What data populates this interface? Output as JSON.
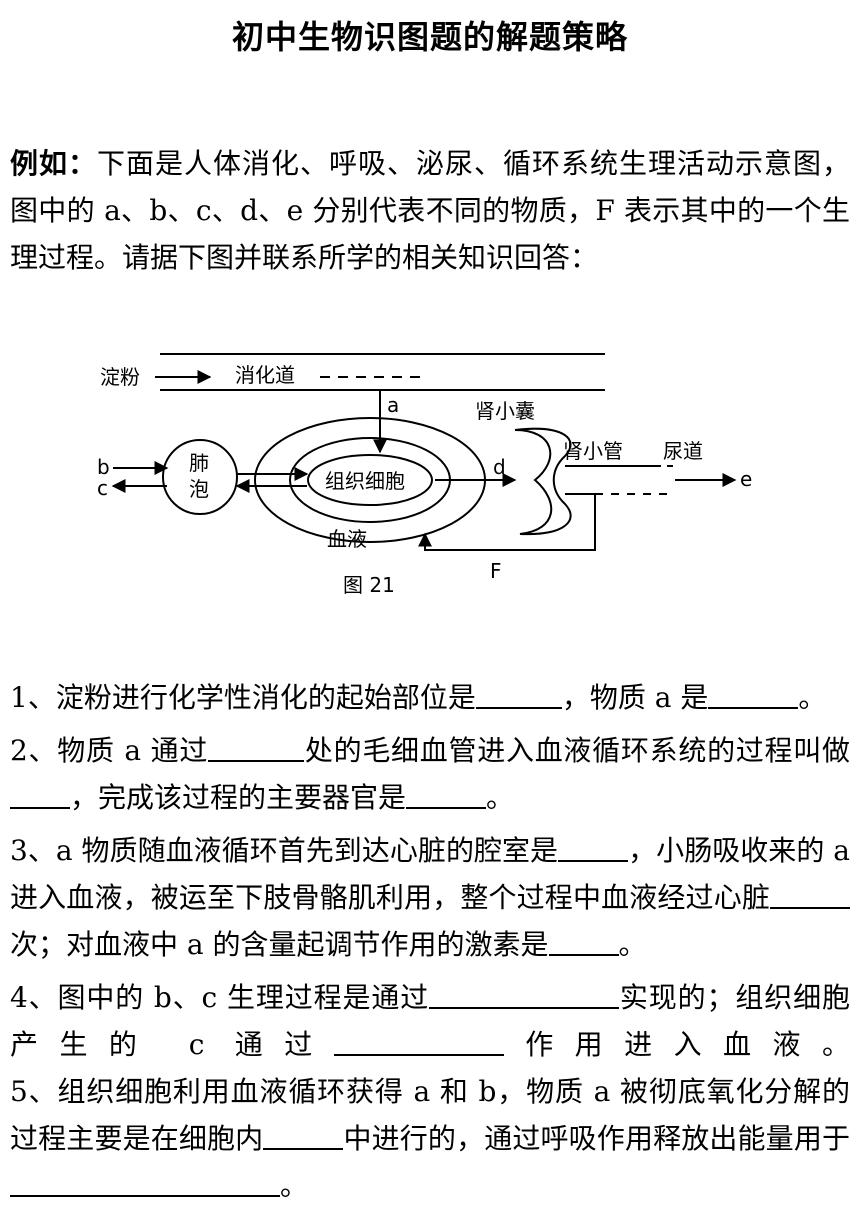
{
  "title": "初中生物识图题的解题策略",
  "intro": {
    "lead": "例如：",
    "text": "下面是人体消化、呼吸、泌尿、循环系统生理活动示意图，图中的 a、b、c、d、e 分别代表不同的物质，F 表示其中的一个生理过程。请据下图并联系所学的相关知识回答："
  },
  "figure": {
    "starch": "淀粉",
    "digestive_tract": "消化道",
    "a": "a",
    "bowman": "肾小囊",
    "tubule": "肾小管",
    "urethra": "尿道",
    "b": "b",
    "c": "c",
    "alveolus_1": "肺",
    "alveolus_2": "泡",
    "tissue_cell": "组织细胞",
    "d": "d",
    "e": "e",
    "blood": "血液",
    "F": "F",
    "caption": "图 21"
  },
  "questions": {
    "q1": {
      "p1": "1、淀粉进行化学性消化的起始部位是",
      "p2": "，物质 a 是",
      "p3": "。"
    },
    "q2": {
      "p1": "2、物质 a 通过",
      "p2": "处的毛细血管进入血液循环系统的过程叫做",
      "p3": "，完成该过程的主要器官是",
      "p4": "。"
    },
    "q3": {
      "p1": "3、a 物质随血液循环首先到达心脏的腔室是",
      "p2": "，小肠吸收来的 a 进入血液，被运至下肢骨骼肌利用，整个过程中血液经过心脏",
      "p3": "次；对血液中 a 的含量起调节作用的激素是",
      "p4": "。"
    },
    "q4": {
      "p1": "4、图中的 b、c 生理过程是通过",
      "p2": "实现的；组织细胞产生的 c 通过",
      "p3": "作用进入血液。"
    },
    "q5": {
      "p1": "5、组织细胞利用血液循环获得 a 和 b，物质 a 被彻底氧化分解的过程主要是在细胞内",
      "p2": "中进行的，通过呼吸作用释放出能量用于",
      "p3": "。"
    }
  }
}
